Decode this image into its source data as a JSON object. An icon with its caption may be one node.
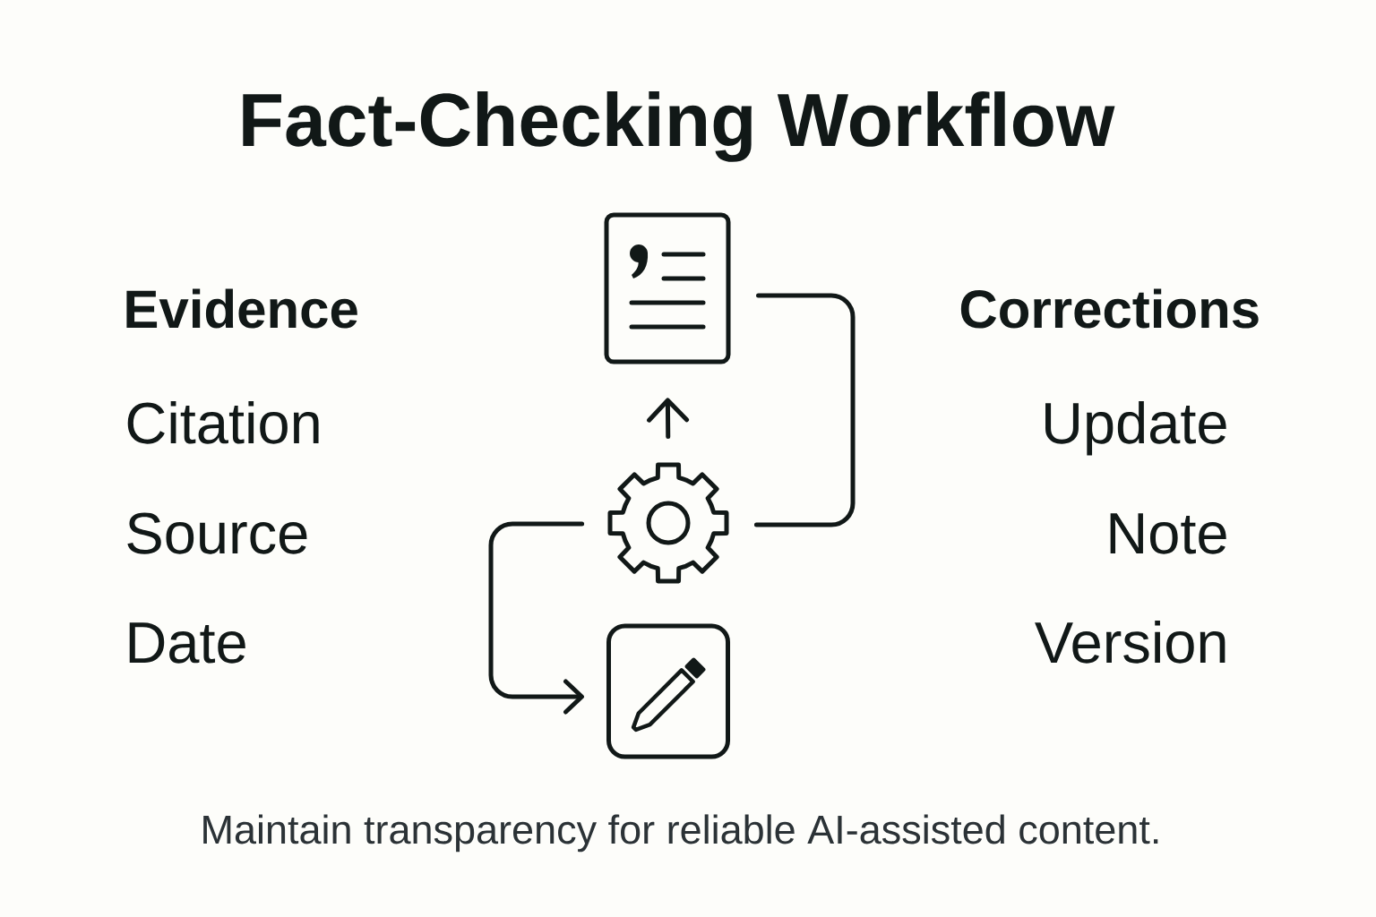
{
  "diagram": {
    "title": "Fact-Checking Workflow",
    "caption": "Maintain transparency for reliable AI-assisted content.",
    "nodes": [
      {
        "text": [],
        "shape": "picture"
      },
      {
        "text": [],
        "shape": "picture"
      },
      {
        "text": [],
        "shape": "picture"
      }
    ],
    "edges": [
      {
        "from": 1,
        "to": 0,
        "arrow": "to"
      },
      {
        "from": 0,
        "to": 1,
        "arrow": "none"
      },
      {
        "from": 1,
        "to": 2,
        "arrow": "to"
      }
    ],
    "labels": [
      "Evidence",
      "Corrections",
      "Citation",
      "Update",
      "Source",
      "Note",
      "Date",
      "Version"
    ]
  }
}
